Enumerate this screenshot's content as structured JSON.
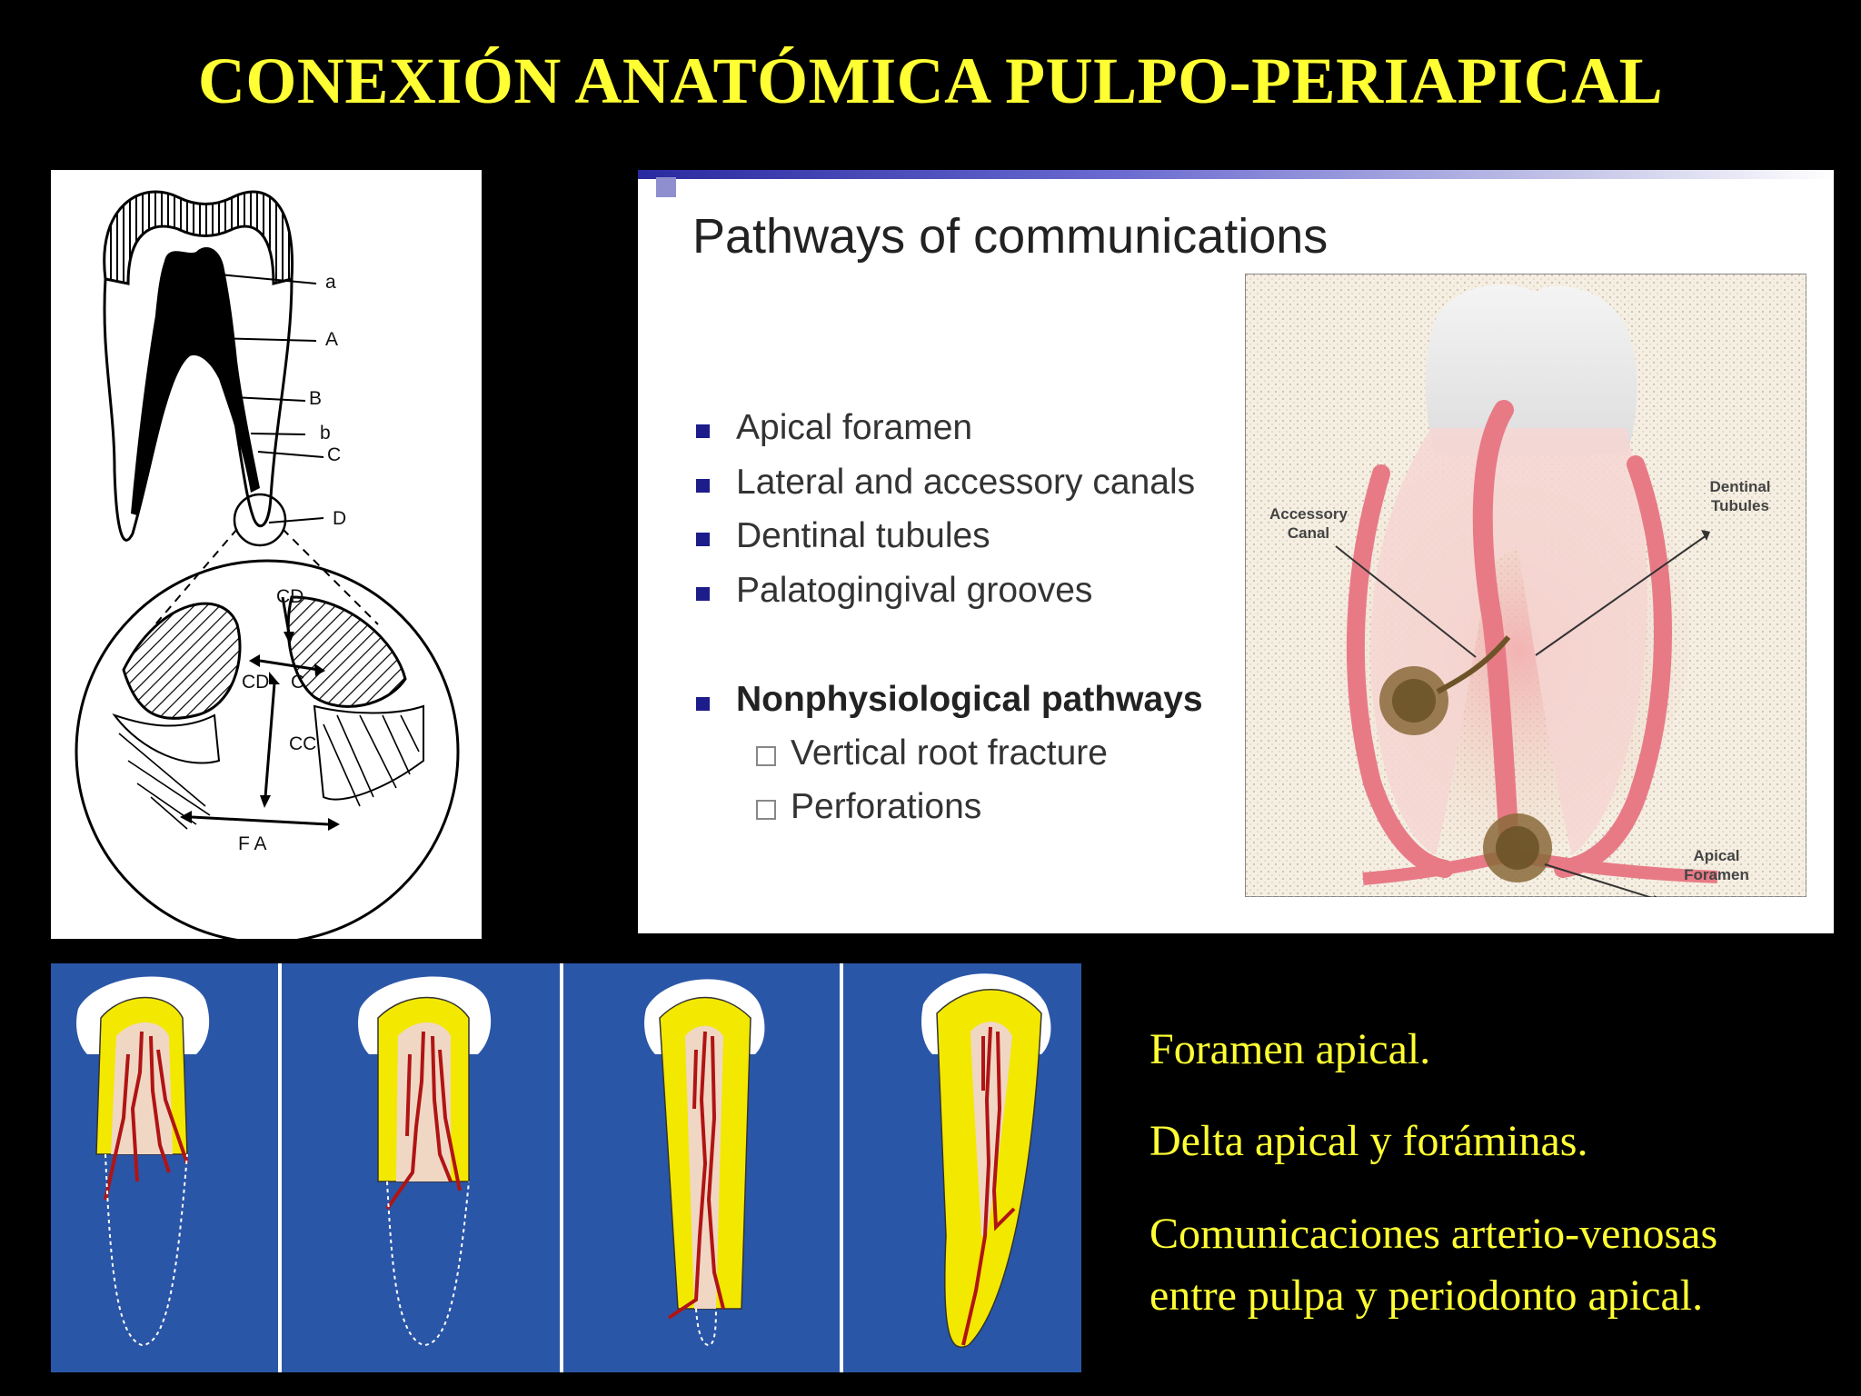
{
  "title": "CONEXIÓN ANATÓMICA PULPO-PERIAPICAL",
  "lineart": {
    "labels": {
      "a": "a",
      "A": "A",
      "B": "B",
      "b": "b",
      "C": "C",
      "D": "D",
      "CD_top": "CD",
      "CD_mid": "CD",
      "C_mid": "C",
      "CC": "CC",
      "FA": "F A"
    }
  },
  "pathways": {
    "heading": "Pathways of communications",
    "items": [
      "Apical foramen",
      "Lateral and accessory canals",
      "Dentinal tubules",
      "Palatogingival grooves"
    ],
    "nonphys_title": "Nonphysiological pathways",
    "nonphys_items": [
      "Vertical root fracture",
      "Perforations"
    ],
    "art_labels": {
      "accessory_1": "Accessory",
      "accessory_2": "Canal",
      "dentinal_1": "Dentinal",
      "dentinal_2": "Tubules",
      "apical_1": "Apical",
      "apical_2": "Foramen"
    }
  },
  "caption": {
    "line1": "Foramen apical.",
    "line2": "Delta apical y forámi­nas.",
    "line3a": "Comunicaciones arterio-venosas",
    "line3b": "entre pulpa y periodonto apical."
  },
  "colors": {
    "title": "#ffff33",
    "caption": "#ffff33",
    "blue_panel": "#2a56a8",
    "bullet": "#1c1c8a",
    "dentin": "#f3e800",
    "vessel": "#b01414",
    "pdl": "#e87a86"
  }
}
